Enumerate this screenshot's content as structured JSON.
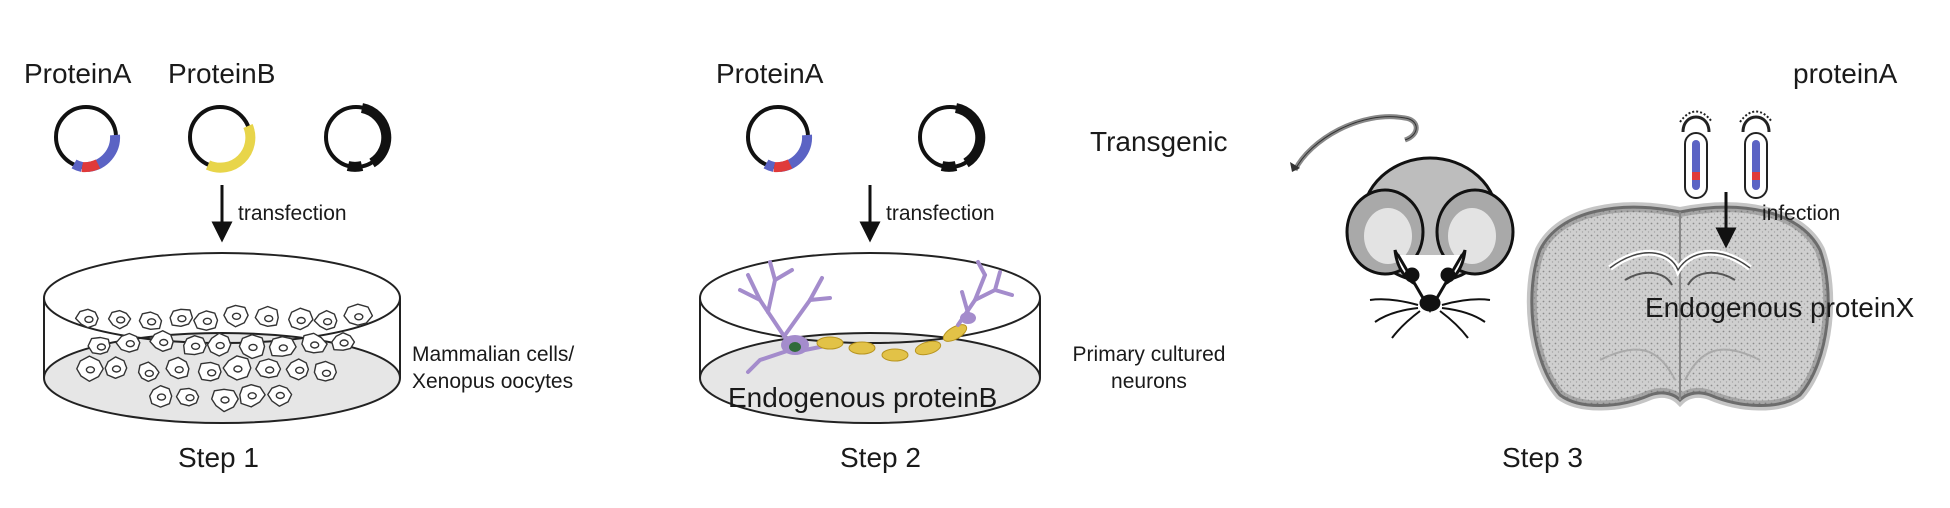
{
  "step1": {
    "protein_a_label": "ProteinA",
    "protein_b_label": "ProteinB",
    "arrow_label": "transfection",
    "cells_label_line1": "Mammalian cells/",
    "cells_label_line2": "Xenopus oocytes",
    "step_label": "Step 1"
  },
  "step2": {
    "protein_a_label": "ProteinA",
    "arrow_label": "transfection",
    "dish_label": "Endogenous proteinB",
    "neurons_label_line1": "Primary cultured",
    "neurons_label_line2": "neurons",
    "step_label": "Step 2"
  },
  "step3": {
    "transgenic_label": "Transgenic",
    "protein_a_label": "proteinA",
    "arrow_label": "infection",
    "brain_label": "Endogenous proteinX",
    "step_label": "Step 3"
  },
  "colors": {
    "plasmid_blue": "#5b63c4",
    "plasmid_red": "#e03a3a",
    "plasmid_yellow": "#e8d54a",
    "neuron_purple": "#a48ccc",
    "neuron_yellow": "#e2c247",
    "mouse_gray": "#bdbdbd",
    "brain_gray": "#9a9a9a"
  }
}
